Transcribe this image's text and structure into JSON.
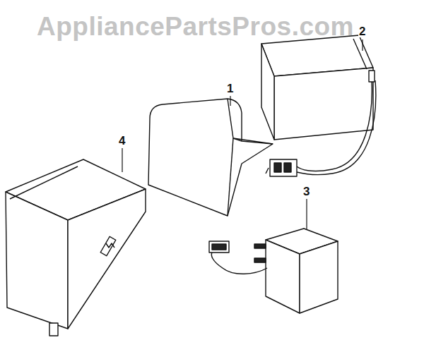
{
  "diagram": {
    "labels": [
      "AppliancePartsPros.com",
      "2",
      "1",
      "3",
      "4"
    ]
  }
}
